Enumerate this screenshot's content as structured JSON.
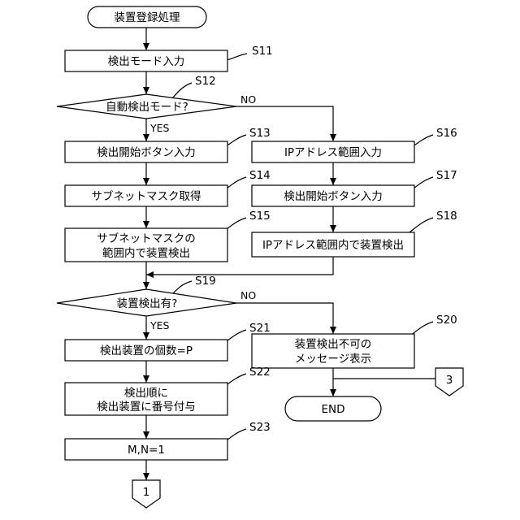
{
  "flowchart": {
    "start": "装置登録処理",
    "end": "END",
    "connector_1": "1",
    "connector_3": "3",
    "yes_label": "YES",
    "no_label": "NO",
    "steps": {
      "s11": {
        "label": "S11",
        "text": "検出モード入力"
      },
      "s12": {
        "label": "S12",
        "text": "自動検出モード?"
      },
      "s13": {
        "label": "S13",
        "text": "検出開始ボタン入力"
      },
      "s14": {
        "label": "S14",
        "text": "サブネットマスク取得"
      },
      "s15": {
        "label": "S15",
        "text_line1": "サブネットマスクの",
        "text_line2": "範囲内で装置検出"
      },
      "s16": {
        "label": "S16",
        "text": "IPアドレス範囲入力"
      },
      "s17": {
        "label": "S17",
        "text": "検出開始ボタン入力"
      },
      "s18": {
        "label": "S18",
        "text": "IPアドレス範囲内で装置検出"
      },
      "s19": {
        "label": "S19",
        "text": "装置検出有?"
      },
      "s20": {
        "label": "S20",
        "text_line1": "装置検出不可の",
        "text_line2": "メッセージ表示"
      },
      "s21": {
        "label": "S21",
        "text": "検出装置の個数=P"
      },
      "s22": {
        "label": "S22",
        "text_line1": "検出順に",
        "text_line2": "検出装置に番号付与"
      },
      "s23": {
        "label": "S23",
        "text": "M,N=1"
      }
    }
  }
}
